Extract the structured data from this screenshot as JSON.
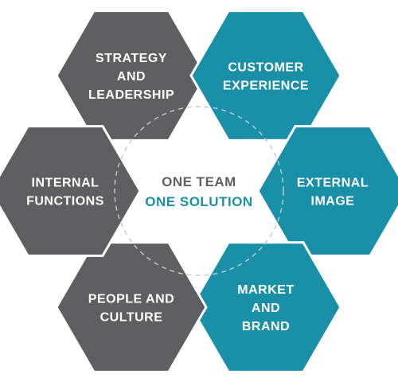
{
  "colors": {
    "dark": "#5f5f61",
    "accent": "#1a90a8",
    "text_light": "#ffffff",
    "center_text": "#5f5f61",
    "dashed_circle": "#c9c9c9",
    "background": "#ffffff"
  },
  "center": {
    "line1": "ONE TEAM",
    "line2": "ONE SOLUTION"
  },
  "segments": [
    {
      "id": "strategy",
      "lines": [
        "STRATEGY",
        "AND",
        "LEADERSHIP"
      ],
      "color": "dark"
    },
    {
      "id": "customer",
      "lines": [
        "CUSTOMER",
        "EXPERIENCE"
      ],
      "color": "accent"
    },
    {
      "id": "external",
      "lines": [
        "EXTERNAL",
        "IMAGE"
      ],
      "color": "accent"
    },
    {
      "id": "market",
      "lines": [
        "MARKET",
        "AND",
        "BRAND"
      ],
      "color": "accent"
    },
    {
      "id": "people",
      "lines": [
        "PEOPLE AND",
        "CULTURE"
      ],
      "color": "dark"
    },
    {
      "id": "internal",
      "lines": [
        "INTERNAL",
        "FUNCTIONS"
      ],
      "color": "dark"
    }
  ]
}
